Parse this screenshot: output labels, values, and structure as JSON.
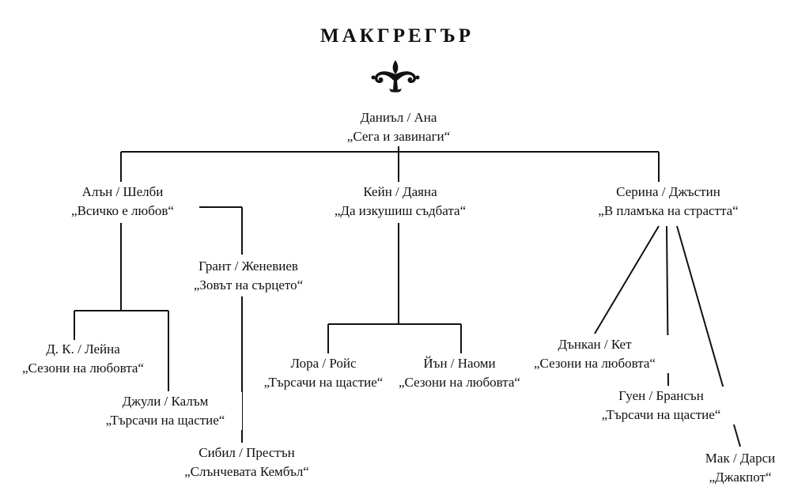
{
  "title": "МАКГРЕГЪР",
  "ornament": {
    "icon": "fleur-ornament-icon"
  },
  "nodes": {
    "root": {
      "couple": "Даниъл / Ана",
      "book": "„Сега и завинаги“"
    },
    "alan": {
      "couple": "Алън / Шелби",
      "book": "„Всичко е любов“"
    },
    "kane": {
      "couple": "Кейн / Даяна",
      "book": "„Да изкушиш съдбата“"
    },
    "serena": {
      "couple": "Серина / Джъстин",
      "book": "„В пламъка на страстта“"
    },
    "grant": {
      "couple": "Грант / Женевиев",
      "book": "„Зовът на сърцето“"
    },
    "dk": {
      "couple": "Д. К. / Лейна",
      "book": "„Сезони на любовта“"
    },
    "julie": {
      "couple": "Джули / Калъм",
      "book": "„Търсачи на щастие“"
    },
    "sybil": {
      "couple": "Сибил / Престън",
      "book": "„Слънчевата Кембъл“"
    },
    "laura": {
      "couple": "Лора / Ройс",
      "book": "„Търсачи на щастие“"
    },
    "ian": {
      "couple": "Йън / Наоми",
      "book": "„Сезони на любовта“"
    },
    "duncan": {
      "couple": "Дънкан / Кет",
      "book": "„Сезони на любовта“"
    },
    "gwen": {
      "couple": "Гуен / Брансън",
      "book": "„Търсачи на щастие“"
    },
    "mac": {
      "couple": "Мак / Дарси",
      "book": "„Джакпот“"
    }
  }
}
